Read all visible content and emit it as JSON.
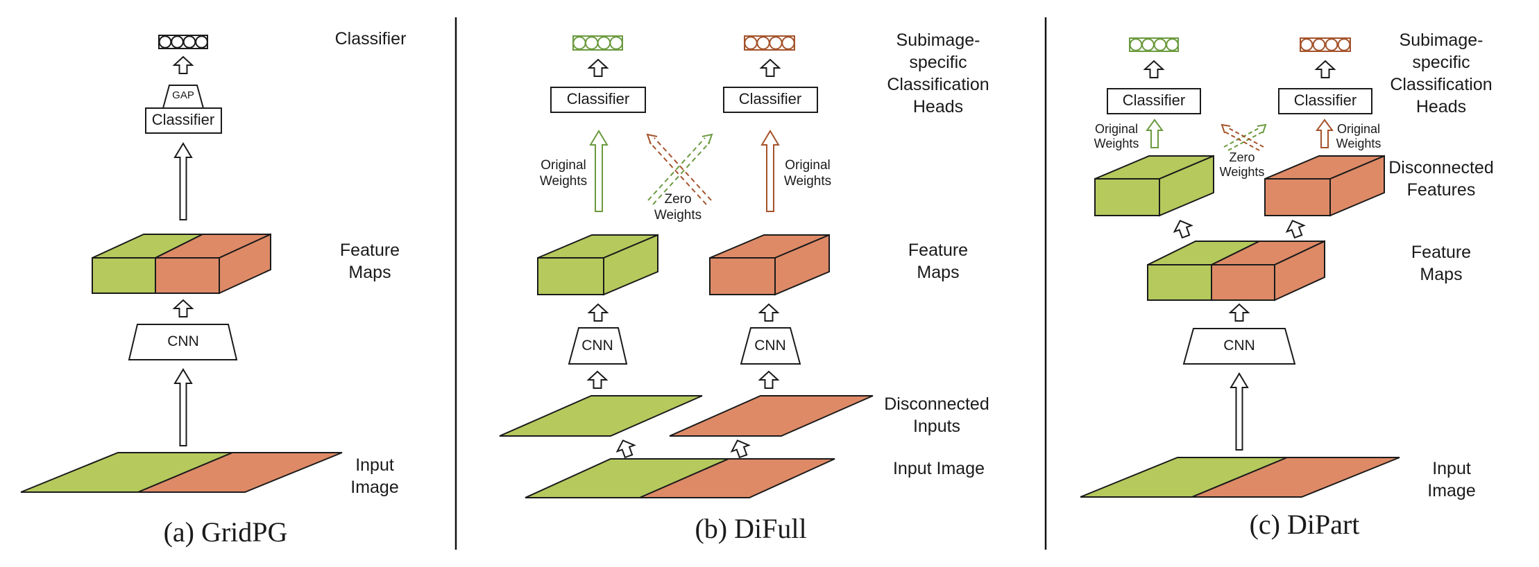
{
  "figure": {
    "colors": {
      "green_fill": "#b5c95d",
      "red_fill": "#de8a67",
      "green_stroke": "#6b9a3f",
      "red_stroke": "#a4522a",
      "ink": "#1a1a1a"
    },
    "panel_a": {
      "caption": "(a) GridPG",
      "side_labels": {
        "classifier": "Classifier",
        "feature_maps": "Feature\nMaps",
        "input_image": "Input\nImage"
      },
      "nodes": {
        "gap": "GAP",
        "classifier": "Classifier",
        "cnn": "CNN"
      }
    },
    "panel_b": {
      "caption": "(b) DiFull",
      "side_labels": {
        "heads": "Subimage-\nspecific\nClassification\nHeads",
        "feature_maps": "Feature\nMaps",
        "disconnected_inputs": "Disconnected\nInputs",
        "input_image": "Input Image"
      },
      "nodes": {
        "classifier_green": "Classifier",
        "classifier_red": "Classifier",
        "cnn_green": "CNN",
        "cnn_red": "CNN"
      },
      "annotations": {
        "original_weights_green": "Original\nWeights",
        "original_weights_red": "Original\nWeights",
        "zero_weights": "Zero\nWeights"
      }
    },
    "panel_c": {
      "caption": "(c) DiPart",
      "side_labels": {
        "heads": "Subimage-\nspecific\nClassification\nHeads",
        "disconnected_features": "Disconnected\nFeatures",
        "feature_maps": "Feature\nMaps",
        "input_image": "Input Image"
      },
      "nodes": {
        "classifier_green": "Classifier",
        "classifier_red": "Classifier",
        "cnn": "CNN"
      },
      "annotations": {
        "original_weights_green": "Original\nWeights",
        "original_weights_red": "Original\nWeights",
        "zero_weights": "Zero\nWeights"
      }
    }
  }
}
